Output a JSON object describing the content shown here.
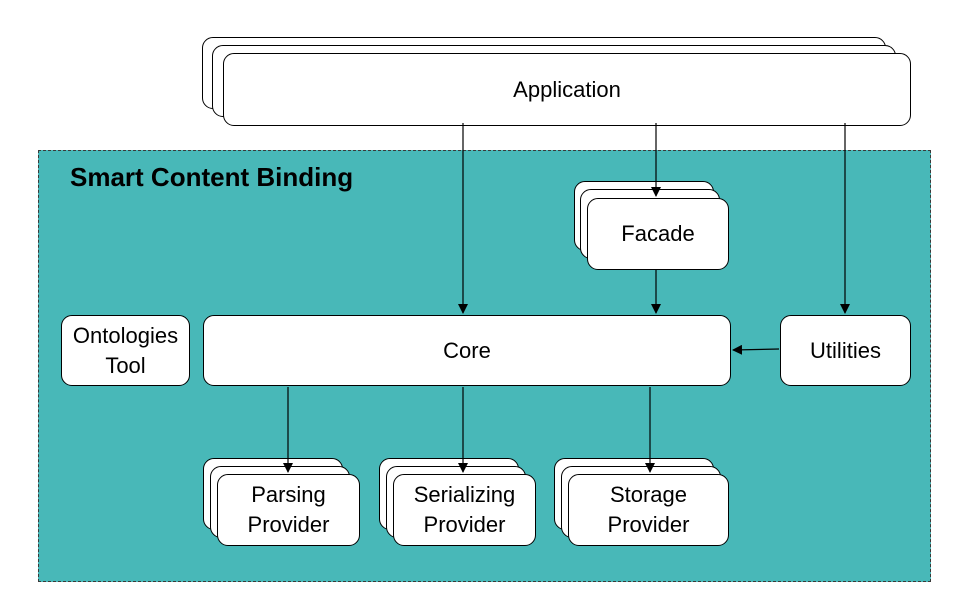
{
  "group": {
    "title": "Smart Content Binding"
  },
  "nodes": {
    "application": "Application",
    "facade": "Facade",
    "core": "Core",
    "ontologies_tool": "Ontologies\nTool",
    "utilities": "Utilities",
    "parsing_provider": "Parsing\nProvider",
    "serializing_provider": "Serializing\nProvider",
    "storage_provider": "Storage\nProvider"
  },
  "edges": [
    {
      "from": "Application",
      "to": "Core"
    },
    {
      "from": "Application",
      "to": "Facade"
    },
    {
      "from": "Application",
      "to": "Utilities"
    },
    {
      "from": "Facade",
      "to": "Core"
    },
    {
      "from": "Utilities",
      "to": "Core"
    },
    {
      "from": "Core",
      "to": "Parsing Provider"
    },
    {
      "from": "Core",
      "to": "Serializing Provider"
    },
    {
      "from": "Core",
      "to": "Storage Provider"
    }
  ],
  "colors": {
    "group_fill": "#48b8b8",
    "node_fill": "#ffffff",
    "stroke": "#000000"
  }
}
